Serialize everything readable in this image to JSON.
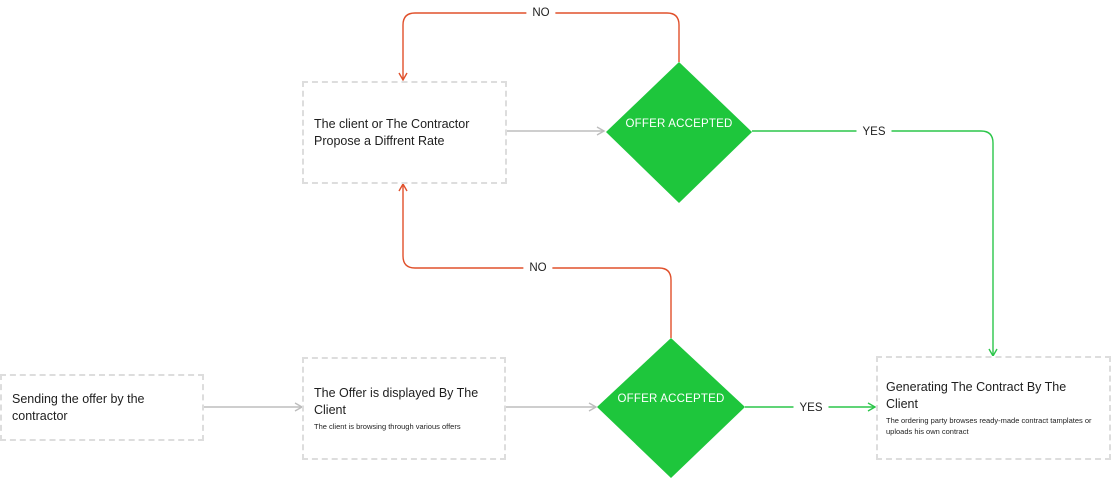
{
  "colors": {
    "decision": "#1ec63c",
    "yes_line": "#2cc64a",
    "no_line": "#e0502b",
    "neutral_line": "#bdbdbd",
    "box_border": "#dddddd"
  },
  "nodes": {
    "sending_offer": {
      "title": "Sending the offer by the contractor"
    },
    "offer_displayed": {
      "title": "The Offer is displayed By The Client",
      "subtitle": "The client is browsing through various offers"
    },
    "propose_rate": {
      "title": "The client or The Contractor Propose a Diffrent Rate"
    },
    "generating_contract": {
      "title": "Generating The Contract By The Client",
      "subtitle": "The ordering party browses ready-made contract tamplates or uploads his own contract"
    },
    "decision_top": {
      "label": "OFFER ACCEPTED"
    },
    "decision_bottom": {
      "label": "OFFER ACCEPTED"
    }
  },
  "edges": {
    "top_no": "NO",
    "top_yes": "YES",
    "bottom_no": "NO",
    "bottom_yes": "YES"
  }
}
